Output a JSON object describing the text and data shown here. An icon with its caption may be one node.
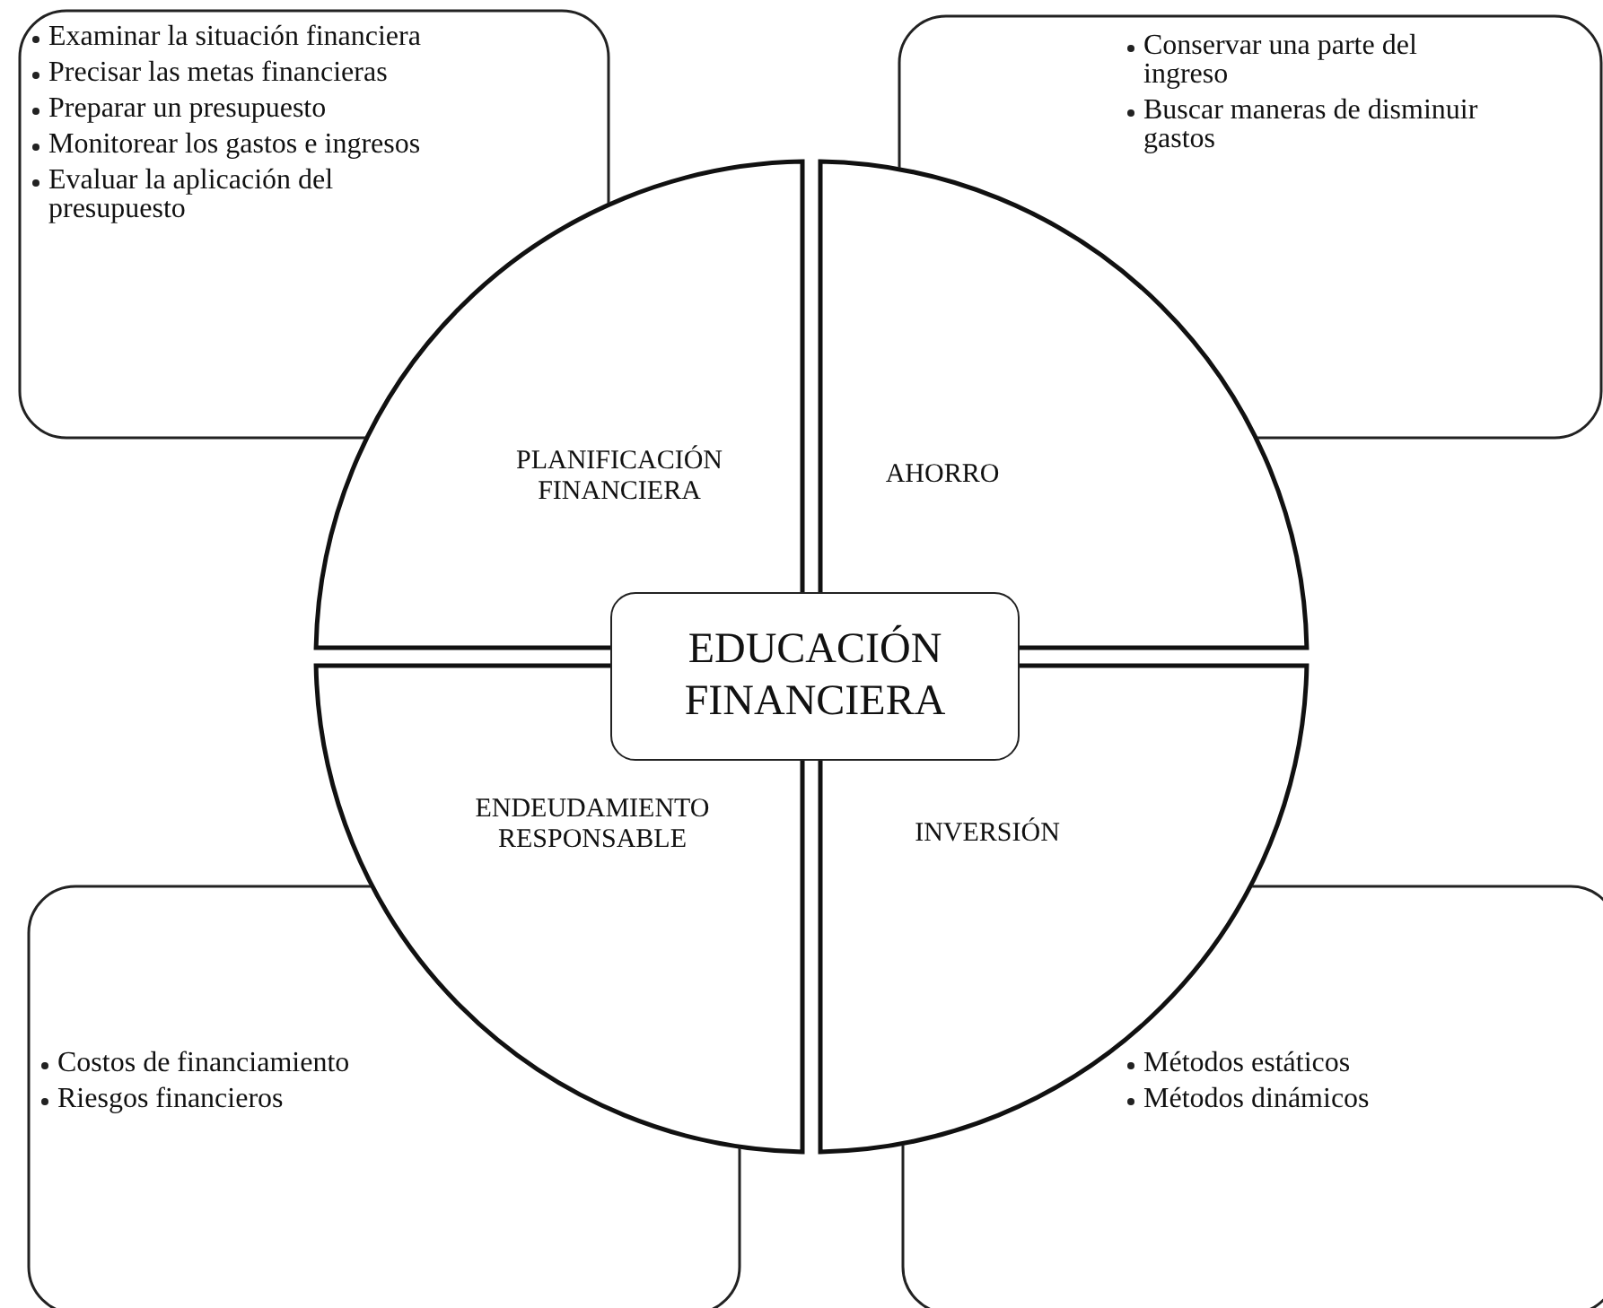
{
  "diagram": {
    "nodes": [
      {
        "text": [
          "Examinar la situación financiera",
          "Precisar las metas financieras",
          "Preparar un presupuesto",
          "Monitorear los gastos e ingresos",
          "Evaluar la aplicación del presupuesto"
        ]
      },
      {
        "text": [
          "Conservar una parte del ingreso",
          "Buscar maneras de disminuir gastos"
        ]
      },
      {
        "text": [
          "PLANIFICACIÓN FINANCIERA"
        ]
      },
      {
        "text": [
          "AHORRO"
        ]
      },
      {
        "text": [
          "EDUCACIÓN FINANCIERA"
        ]
      },
      {
        "text": [
          "ENDEUDAMIENTO RESPONSABLE"
        ]
      },
      {
        "text": [
          "INVERSIÓN"
        ]
      },
      {
        "text": [
          "Costos de financiamiento",
          "Riesgos financieros"
        ]
      },
      {
        "text": [
          "Métodos estáticos",
          "Métodos dinámicos"
        ]
      }
    ]
  }
}
